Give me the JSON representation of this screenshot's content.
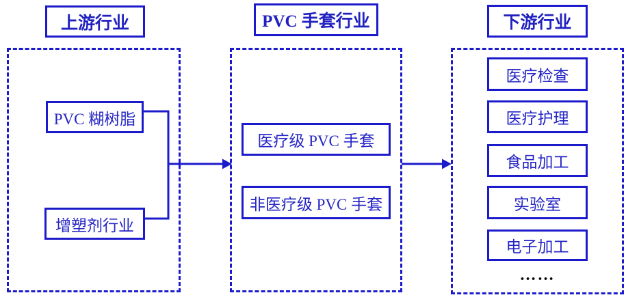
{
  "diagram": {
    "colors": {
      "line_blue": "#1B1BCB",
      "title_text_blue": "#2121C0",
      "node_text_blue": "#2525C6",
      "ellipsis_black": "#0a0a0a",
      "background": "#ffffff"
    },
    "columns": [
      {
        "id": "upstream",
        "title": "上游行业",
        "items": [
          "PVC 糊树脂",
          "增塑剂行业"
        ]
      },
      {
        "id": "pvc-glove",
        "title": "PVC 手套行业",
        "items": [
          "医疗级 PVC 手套",
          "非医疗级 PVC 手套"
        ]
      },
      {
        "id": "downstream",
        "title": "下游行业",
        "items": [
          "医疗检查",
          "医疗护理",
          "食品加工",
          "实验室",
          "电子加工"
        ],
        "ellipsis": "……"
      }
    ],
    "arrows": [
      {
        "from": "upstream",
        "to": "pvc-glove"
      },
      {
        "from": "pvc-glove",
        "to": "downstream"
      }
    ]
  }
}
